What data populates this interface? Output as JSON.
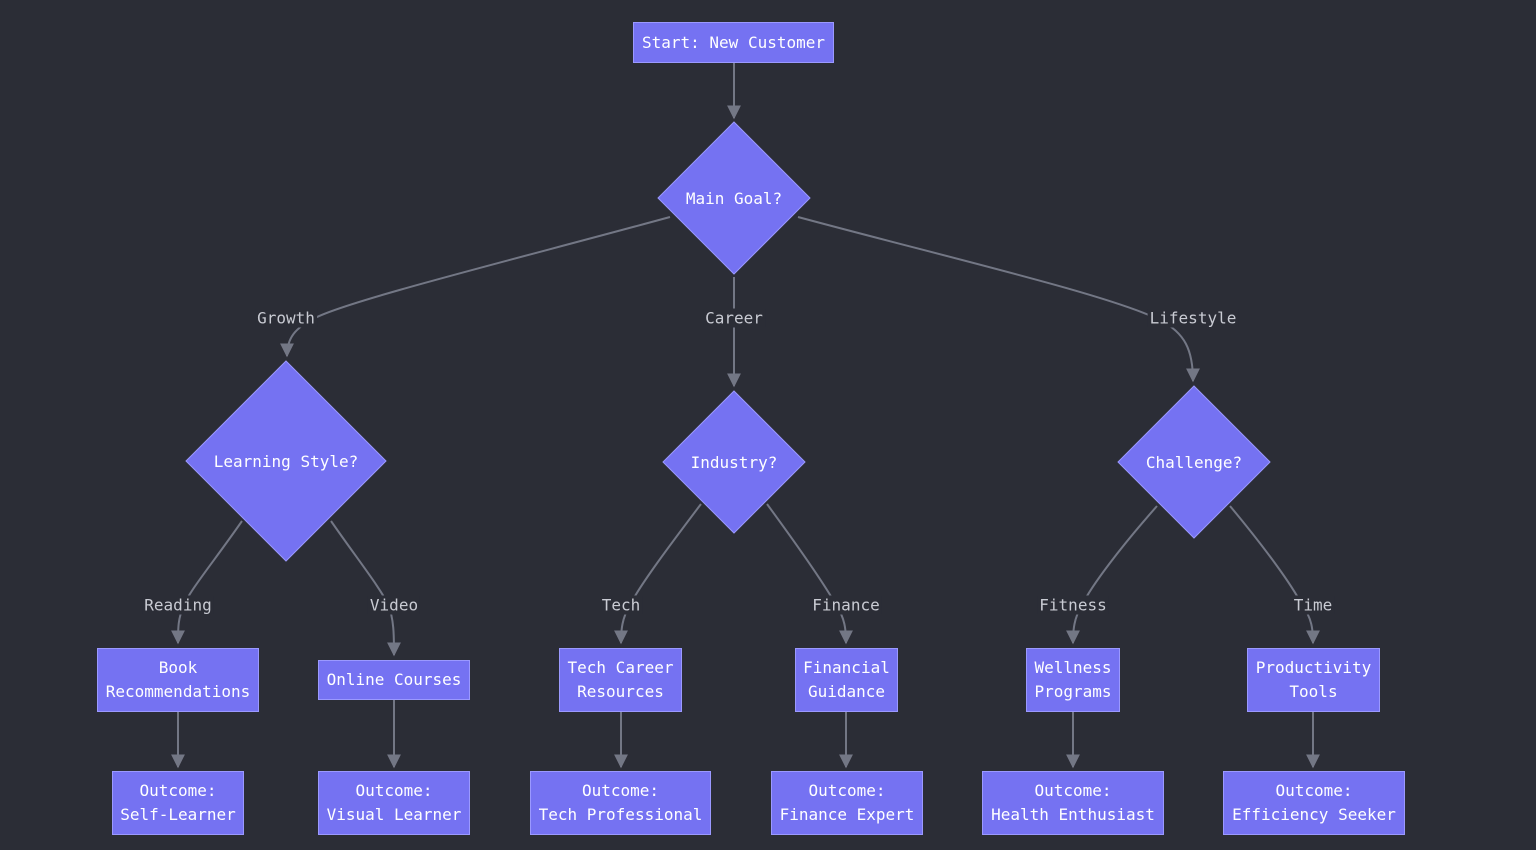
{
  "colors": {
    "background": "#2b2d36",
    "node_fill": "#7572f2",
    "edge": "#737785",
    "text": "#ffffff",
    "edge_label": "#c9cbd3"
  },
  "nodes": {
    "start": "Start: New Customer",
    "main_goal": "Main Goal?",
    "learning_style": "Learning Style?",
    "industry": "Industry?",
    "challenge": "Challenge?",
    "book": "Book\nRecommendations",
    "online_courses": "Online Courses",
    "tech_career": "Tech Career\nResources",
    "financial_guidance": "Financial\nGuidance",
    "wellness": "Wellness\nPrograms",
    "productivity": "Productivity\nTools",
    "outcome_self": "Outcome:\nSelf-Learner",
    "outcome_visual": "Outcome:\nVisual Learner",
    "outcome_tech": "Outcome:\nTech Professional",
    "outcome_finance": "Outcome:\nFinance Expert",
    "outcome_health": "Outcome:\nHealth Enthusiast",
    "outcome_efficiency": "Outcome:\nEfficiency Seeker"
  },
  "edge_labels": {
    "growth": "Growth",
    "career": "Career",
    "lifestyle": "Lifestyle",
    "reading": "Reading",
    "video": "Video",
    "tech": "Tech",
    "finance": "Finance",
    "fitness": "Fitness",
    "time": "Time"
  }
}
